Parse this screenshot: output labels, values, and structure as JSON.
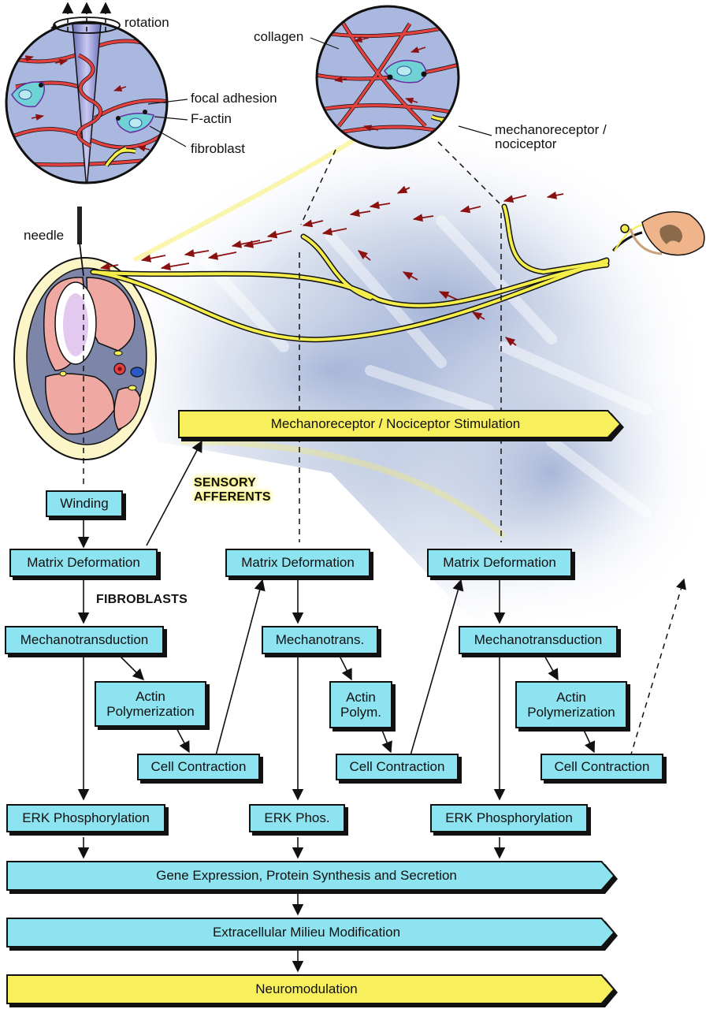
{
  "top_labels": {
    "rotation": "rotation",
    "collagen": "collagen",
    "focal_adhesion": "focal adhesion",
    "f_actin": "F-actin",
    "fibroblast": "fibroblast",
    "mechanoreceptor_line1": "mechanoreceptor /",
    "mechanoreceptor_line2": "nociceptor",
    "needle": "needle"
  },
  "section_headings": {
    "sensory_afferents_line1": "SENSORY",
    "sensory_afferents_line2": "AFFERENTS",
    "fibroblasts": "FIBROBLASTS"
  },
  "stimulation_banner": "Mechanoreceptor / Nociceptor Stimulation",
  "winding": "Winding",
  "columns": [
    {
      "matrix_deformation": "Matrix Deformation",
      "mechanotransduction": "Mechanotransduction",
      "actin_line1": "Actin",
      "actin_line2": "Polymerization",
      "cell_contraction": "Cell Contraction",
      "erk": "ERK Phosphorylation"
    },
    {
      "matrix_deformation": "Matrix Deformation",
      "mechanotransduction": "Mechanotrans.",
      "actin_line1": "Actin",
      "actin_line2": "Polym.",
      "cell_contraction": "Cell Contraction",
      "erk": "ERK Phos."
    },
    {
      "matrix_deformation": "Matrix Deformation",
      "mechanotransduction": "Mechanotransduction",
      "actin_line1": "Actin",
      "actin_line2": "Polymerization",
      "cell_contraction": "Cell Contraction",
      "erk": "ERK Phosphorylation"
    }
  ],
  "bottom_banners": {
    "gene_expression": "Gene Expression, Protein Synthesis and Secretion",
    "extracellular": "Extracellular Milieu Modification",
    "neuromodulation": "Neuromodulation"
  },
  "colors": {
    "box_fill": "#8de3ef",
    "banner_yellow": "#f7ef5c",
    "collagen_red": "#e2413f",
    "tissue_pink": "#f0a8a2",
    "background_blue": "#aab9d8",
    "nerve_yellow": "#f5ee4a",
    "arrow_darkred": "#8b1111"
  }
}
